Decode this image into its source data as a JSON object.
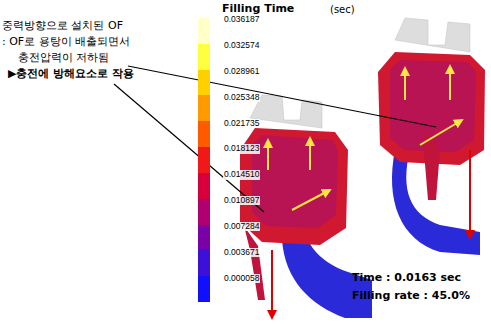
{
  "diagram": {
    "labels": [
      "Filling Time",
      "(sec)",
      "중력방향으로 설치된 OF",
      ": OF로 용탕이 배출되면서",
      "충전압력이 저하됨",
      "▶충전에 방해요소로 작용",
      "Time : 0.0163 sec",
      "Filling rate : 45.0%"
    ],
    "legend": [
      {
        "text": "0.036187",
        "color": "#ffffc8"
      },
      {
        "text": "0.032574",
        "color": "#ffff40"
      },
      {
        "text": "0.028961",
        "color": "#ffd000"
      },
      {
        "text": "0.025348",
        "color": "#ff9a00"
      },
      {
        "text": "0.021735",
        "color": "#ff5a00"
      },
      {
        "text": "0.018123",
        "color": "#f01818"
      },
      {
        "text": "0.014510",
        "color": "#d8003c"
      },
      {
        "text": "0.010897",
        "color": "#b00070"
      },
      {
        "text": "0.007284",
        "color": "#7a00a8"
      },
      {
        "text": "0.003671",
        "color": "#3c10d8"
      },
      {
        "text": "0.000058",
        "color": "#1010ff"
      }
    ]
  }
}
